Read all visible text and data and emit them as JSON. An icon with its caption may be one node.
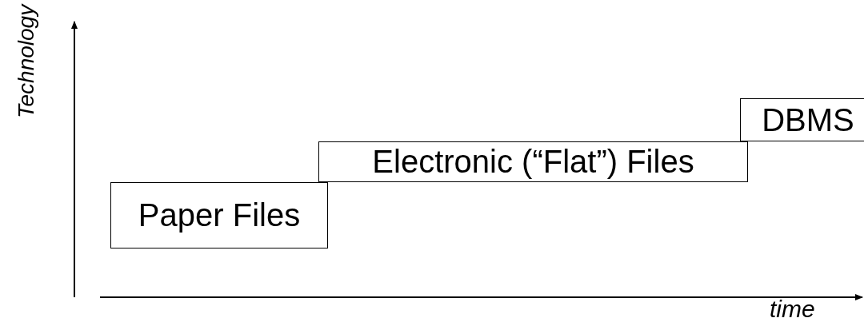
{
  "diagram": {
    "nodes": [
      {
        "text": [
          "Paper Files"
        ]
      },
      {
        "text": [
          "Electronic (“Flat”) Files"
        ]
      },
      {
        "text": [
          "DBMS"
        ]
      }
    ],
    "labels": [
      "Technology",
      "time"
    ]
  }
}
